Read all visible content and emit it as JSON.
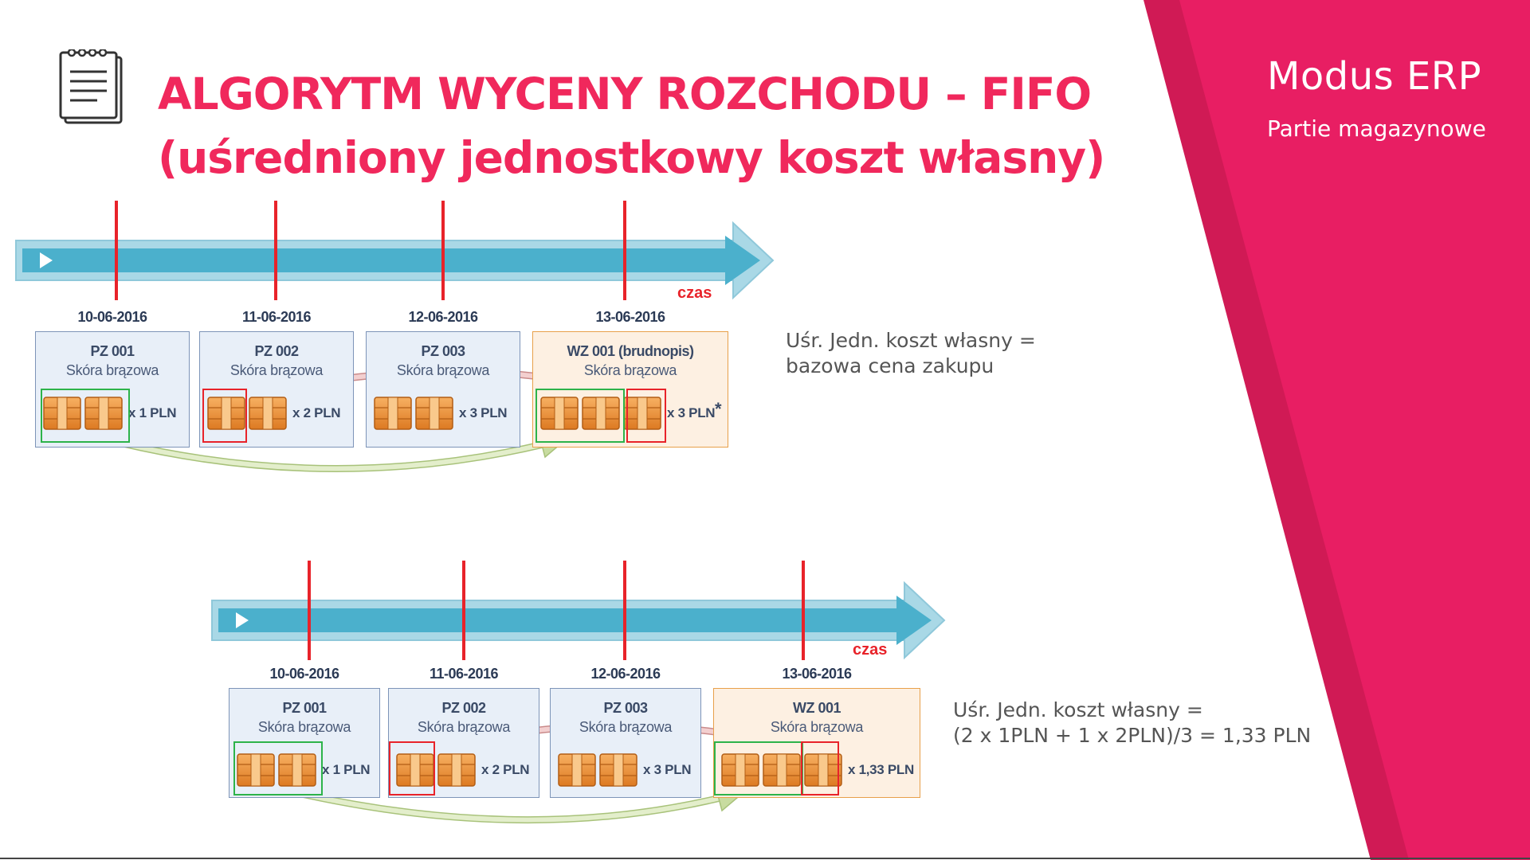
{
  "brand": {
    "name": "Modus ERP",
    "subtitle": "Partie magazynowe"
  },
  "title": {
    "line1": "ALGORYTM WYCENY ROZCHODU – FIFO",
    "line2": "(uśredniony jednostkowy koszt własny)"
  },
  "colors": {
    "accent": "#f0285c",
    "sidebar": "#e81e63",
    "timeline": "#4bb0cc",
    "marker": "#e8232a",
    "green_highlight": "#2db34a",
    "red_highlight": "#e8232a"
  },
  "icons": {
    "notepad": "notepad-icon",
    "box": "package-box-icon",
    "play": "play-icon"
  },
  "diagrams": [
    {
      "time_label": "czas",
      "documents": [
        {
          "date": "10-06-2016",
          "title": "PZ 001",
          "product": "Skóra brązowa",
          "quantity": 2,
          "price": "x 1 PLN"
        },
        {
          "date": "11-06-2016",
          "title": "PZ 002",
          "product": "Skóra brązowa",
          "quantity": 2,
          "price": "x 2 PLN"
        },
        {
          "date": "12-06-2016",
          "title": "PZ 003",
          "product": "Skóra brązowa",
          "quantity": 2,
          "price": "x 3 PLN"
        },
        {
          "date": "13-06-2016",
          "title": "WZ 001 (brudnopis)",
          "product": "Skóra brązowa",
          "quantity": 3,
          "price": "x 3 PLN",
          "note_mark": "*"
        }
      ],
      "formula_lines": [
        "Uśr. Jedn. koszt własny =",
        "bazowa cena zakupu"
      ]
    },
    {
      "time_label": "czas",
      "documents": [
        {
          "date": "10-06-2016",
          "title": "PZ 001",
          "product": "Skóra brązowa",
          "quantity": 2,
          "price": "x 1 PLN"
        },
        {
          "date": "11-06-2016",
          "title": "PZ 002",
          "product": "Skóra brązowa",
          "quantity": 2,
          "price": "x 2 PLN"
        },
        {
          "date": "12-06-2016",
          "title": "PZ 003",
          "product": "Skóra brązowa",
          "quantity": 2,
          "price": "x 3 PLN"
        },
        {
          "date": "13-06-2016",
          "title": "WZ 001",
          "product": "Skóra brązowa",
          "quantity": 3,
          "price": "x 1,33 PLN"
        }
      ],
      "formula_lines": [
        "Uśr. Jedn. koszt własny =",
        "(2 x 1PLN + 1 x 2PLN)/3 = 1,33 PLN"
      ]
    }
  ]
}
